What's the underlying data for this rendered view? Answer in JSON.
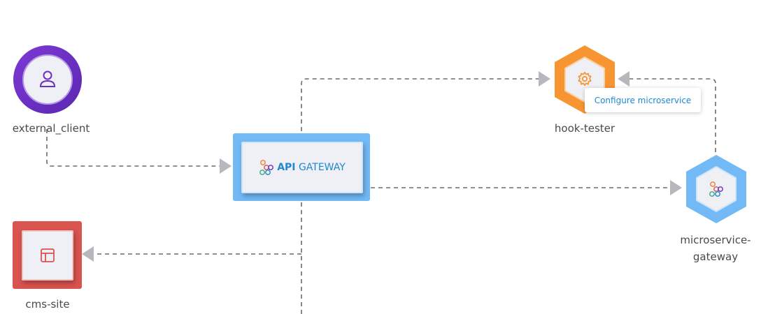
{
  "nodes": {
    "external_client": {
      "label": "external_client",
      "icon": "user-icon",
      "color": "#6a2fc4"
    },
    "api_gateway": {
      "title_bold": "API",
      "title_rest": " GATEWAY",
      "icon": "hexagon-cluster-icon",
      "color": "#72b9f6"
    },
    "hook_tester": {
      "label": "hook-tester",
      "icon": "gear-icon",
      "color": "#f79533"
    },
    "microservice_gateway": {
      "label_line1": "microservice-",
      "label_line2": "gateway",
      "icon": "hexagon-cluster-icon",
      "color": "#72b9f6"
    },
    "cms_site": {
      "label": "cms-site",
      "icon": "layout-icon",
      "color": "#d9534f"
    }
  },
  "tooltip": {
    "text": "Configure microservice"
  }
}
